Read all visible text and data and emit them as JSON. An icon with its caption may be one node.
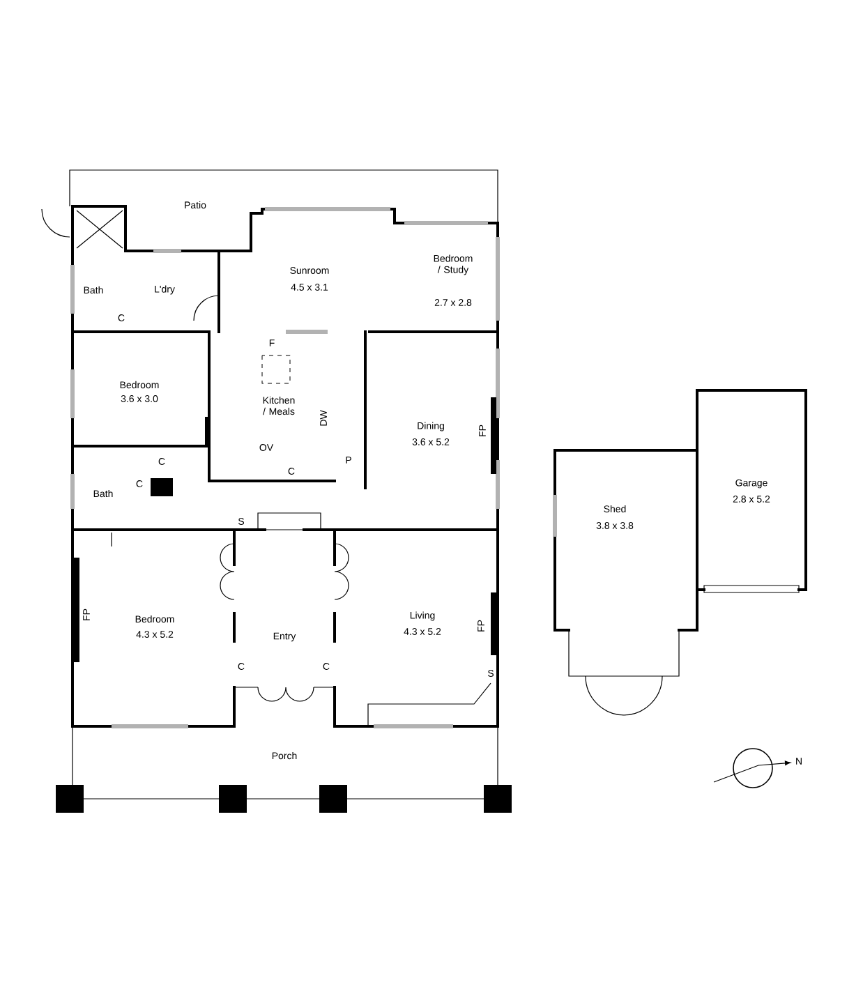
{
  "diagram": {
    "labels": [
      "Patio",
      "Sunroom",
      "4.5 x 3.1",
      "Bedroom / Study",
      "2.7 x 2.8",
      "Bath",
      "L'dry",
      "C",
      "F",
      "Bedroom",
      "3.6 x 3.0",
      "Kitchen / Meals",
      "DW",
      "Dining",
      "3.6 x 5.2",
      "FP",
      "OV",
      "C",
      "P",
      "C",
      "C",
      "Bath",
      "S",
      "Shed",
      "3.8 x 3.8",
      "Garage",
      "2.8 x 5.2",
      "FP",
      "Bedroom",
      "4.3 x 5.2",
      "Living",
      "4.3 x 5.2",
      "FP",
      "Entry",
      "C",
      "C",
      "S",
      "Porch",
      "N"
    ]
  }
}
